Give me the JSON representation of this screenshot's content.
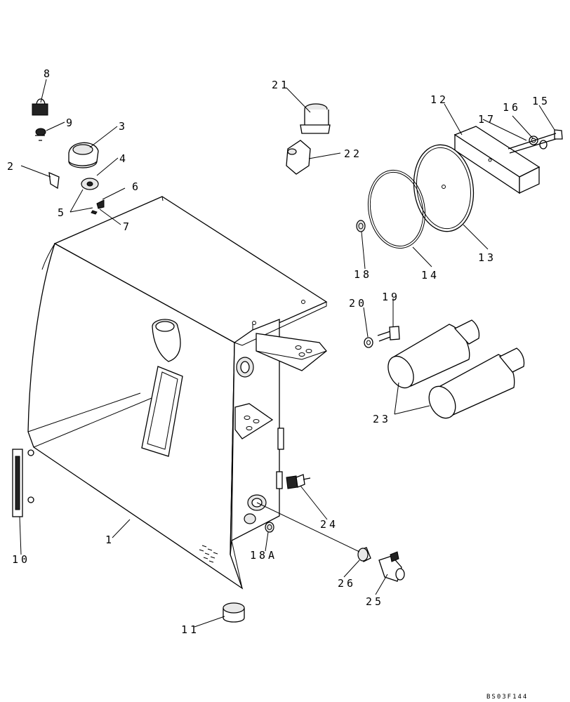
{
  "diagram": {
    "labels": {
      "l1": "1",
      "l2": "2",
      "l3": "3",
      "l4": "4",
      "l5": "5",
      "l6": "6",
      "l7": "7",
      "l8": "8",
      "l9": "9",
      "l10": "10",
      "l11": "11",
      "l12": "12",
      "l13": "13",
      "l14": "14",
      "l15": "15",
      "l16": "16",
      "l17": "17",
      "l18": "18",
      "l18a": "18A",
      "l19": "19",
      "l20": "20",
      "l21": "21",
      "l22": "22",
      "l23": "23",
      "l24": "24",
      "l25": "25",
      "l26": "26"
    },
    "drawing_code": "BS03F144"
  }
}
